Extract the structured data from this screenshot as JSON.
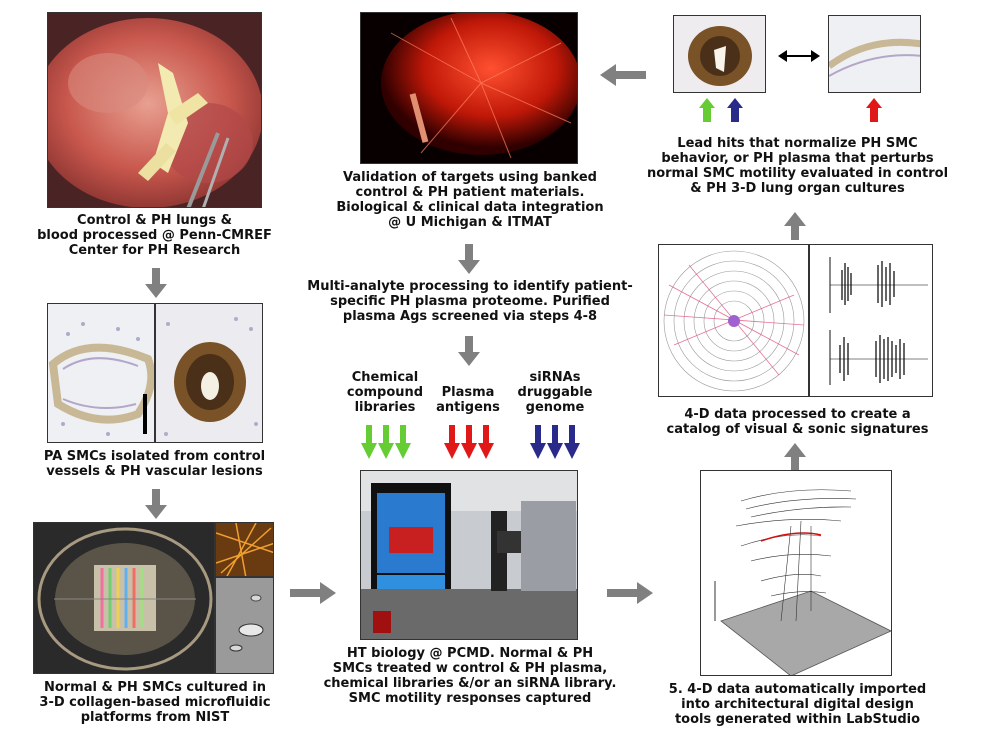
{
  "captions": {
    "c1": "Control & PH lungs &\nblood processed @ Penn-CMREF\nCenter for PH Research",
    "c2": "PA SMCs isolated from control\nvessels & PH vascular lesions",
    "c3": "Normal & PH SMCs cultured in\n3-D collagen-based microfluidic\nplatforms from NIST",
    "c4": "Validation of targets using banked\ncontrol & PH patient materials.\nBiological & clinical data integration\n@ U Michigan & ITMAT",
    "c5": "Multi-analyte processing to identify patient-\nspecific PH plasma proteome. Purified\nplasma Ags screened via steps 4-8",
    "c6": "HT biology @ PCMD. Normal & PH\nSMCs treated w control & PH plasma,\nchemical libraries &/or an siRNA library.\nSMC motility responses captured",
    "c7": "Lead hits that normalize PH SMC\nbehavior, or PH plasma that perturbs\nnormal SMC motility evaluated in control\n& PH 3-D lung organ cultures",
    "c8": "4-D data processed to create a\ncatalog of visual & sonic signatures",
    "c9": "5. 4-D data automatically imported\ninto architectural digital design\ntools generated within LabStudio"
  },
  "screen_labels": {
    "chemical": "Chemical\ncompound\nlibraries",
    "plasma": "Plasma\nantigens",
    "sirna": "siRNAs\ndruggable\ngenome"
  },
  "colors": {
    "flow_arrow": "#808080",
    "green_arrow": "#66cc33",
    "red_arrow": "#e01818",
    "blue_arrow": "#2a2a8a",
    "caption_text": "#111111"
  },
  "icons": {
    "flow": "gray-block-arrow",
    "marker": "colored-triple-down-arrows",
    "compare": "double-headed-arrow"
  }
}
